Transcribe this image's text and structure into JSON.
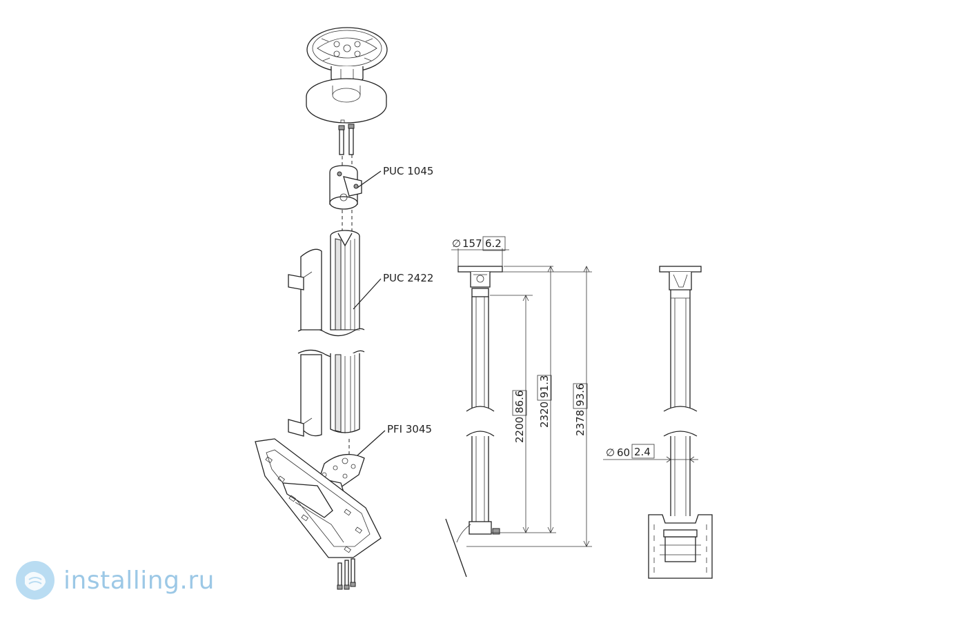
{
  "labels": {
    "puc1045": "PUC 1045",
    "puc2422": "PUC 2422",
    "pfi3045": "PFI 3045"
  },
  "dimensions": {
    "diameter_symbol": "∅",
    "plate_diameter": "157",
    "plate_diameter_in": "6.2",
    "pole_diameter": "60",
    "pole_diameter_in": "2.4",
    "h1": "2200",
    "h1_in": "86.6",
    "h2": "2320",
    "h2_in": "91.3",
    "h3": "2378",
    "h3_in": "93.6"
  },
  "watermark": {
    "text": "installing.ru",
    "logo_icon": "globe-leaf-logo"
  }
}
